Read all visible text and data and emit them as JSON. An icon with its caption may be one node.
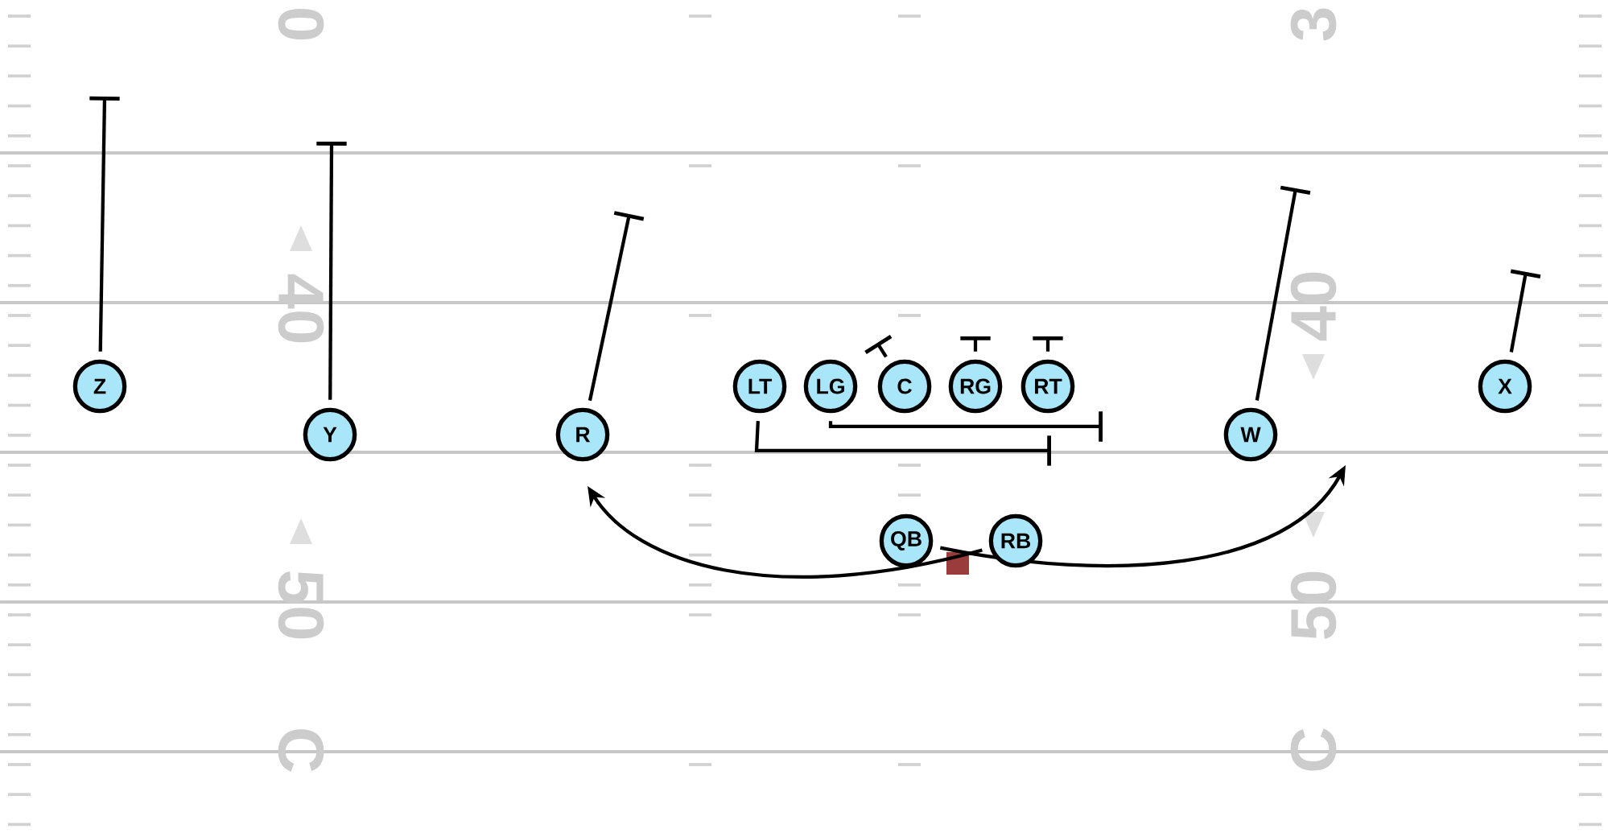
{
  "diagram": {
    "nodes": [
      {
        "text": [
          "Z"
        ]
      },
      {
        "text": [
          "Y"
        ]
      },
      {
        "text": [
          "R"
        ]
      },
      {
        "text": [
          "LT"
        ]
      },
      {
        "text": [
          "LG"
        ]
      },
      {
        "text": [
          "C"
        ]
      },
      {
        "text": [
          "RG"
        ]
      },
      {
        "text": [
          "RT"
        ]
      },
      {
        "text": [
          "W"
        ]
      },
      {
        "text": [
          "X"
        ]
      },
      {
        "text": [
          "QB"
        ]
      },
      {
        "text": [
          "RB"
        ]
      }
    ],
    "edges": [
      {
        "from": 0,
        "to": null,
        "arrow": "other"
      },
      {
        "from": 1,
        "to": null,
        "arrow": "other"
      },
      {
        "from": 2,
        "to": null,
        "arrow": "other"
      },
      {
        "from": 3,
        "to": null,
        "arrow": "other"
      },
      {
        "from": 4,
        "to": null,
        "arrow": "other"
      },
      {
        "from": 5,
        "to": null,
        "arrow": "other"
      },
      {
        "from": 6,
        "to": null,
        "arrow": "other"
      },
      {
        "from": 7,
        "to": null,
        "arrow": "other"
      },
      {
        "from": 8,
        "to": null,
        "arrow": "other"
      },
      {
        "from": 9,
        "to": null,
        "arrow": "other"
      },
      {
        "from": 10,
        "to": null,
        "arrow": "to"
      },
      {
        "from": 11,
        "to": null,
        "arrow": "to"
      }
    ],
    "labels": [
      "0",
      "3",
      "40",
      "40",
      "50",
      "50",
      "C",
      "C"
    ]
  }
}
